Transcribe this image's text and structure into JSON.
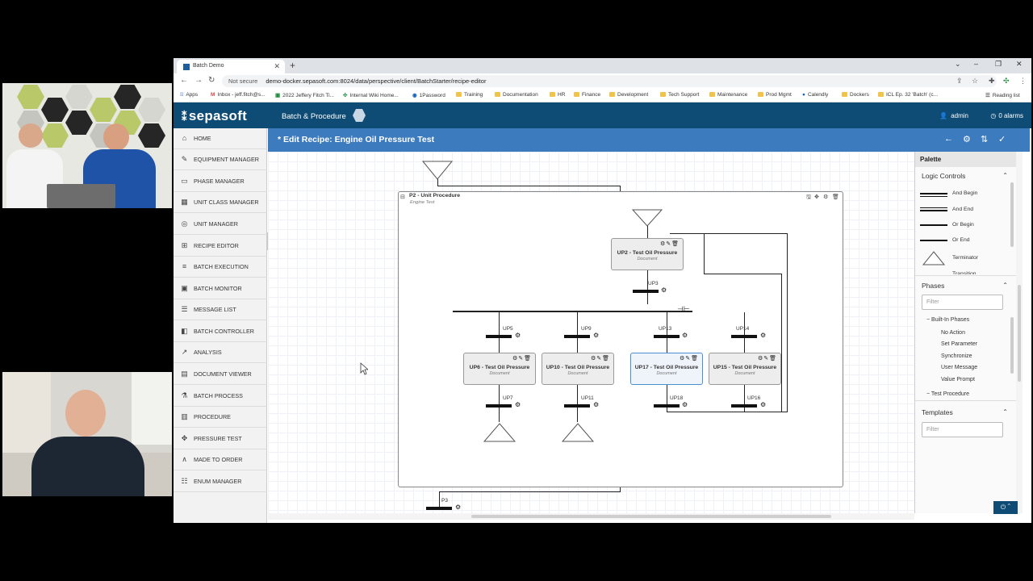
{
  "browser": {
    "tab_title": "Batch Demo",
    "not_secure": "Not secure",
    "url": "demo-docker.sepasoft.com:8024/data/perspective/client/BatchStarter/recipe-editor",
    "bookmarks": [
      "Apps",
      "Inbox - jeff.fitch@s...",
      "2022 Jeffery Fitch Ti...",
      "Internal Wiki Home...",
      "1Password",
      "Training",
      "Documentation",
      "HR",
      "Finance",
      "Development",
      "Tech Support",
      "Maintenance",
      "Prod Mgmt",
      "Calendly",
      "Dockers",
      "ICL Ep. 32 'Batch' (c...",
      "Reading list"
    ]
  },
  "header": {
    "logo": "sepasoft",
    "brand": "Batch & Procedure",
    "user": "admin",
    "alarms": "0 alarms"
  },
  "sidebar": {
    "items": [
      {
        "label": "HOME",
        "icon": "home-icon"
      },
      {
        "label": "EQUIPMENT MANAGER",
        "icon": "wrench-icon"
      },
      {
        "label": "PHASE MANAGER",
        "icon": "rectangle-icon"
      },
      {
        "label": "UNIT CLASS MANAGER",
        "icon": "grid-icon"
      },
      {
        "label": "UNIT MANAGER",
        "icon": "target-icon"
      },
      {
        "label": "RECIPE EDITOR",
        "icon": "hierarchy-icon"
      },
      {
        "label": "BATCH EXECUTION",
        "icon": "list-icon"
      },
      {
        "label": "BATCH MONITOR",
        "icon": "monitor-icon"
      },
      {
        "label": "MESSAGE LIST",
        "icon": "message-icon"
      },
      {
        "label": "BATCH CONTROLLER",
        "icon": "controller-icon"
      },
      {
        "label": "ANALYSIS",
        "icon": "chart-icon"
      },
      {
        "label": "DOCUMENT VIEWER",
        "icon": "document-icon"
      },
      {
        "label": "BATCH PROCESS",
        "icon": "flask-icon"
      },
      {
        "label": "PROCEDURE",
        "icon": "procedure-icon"
      },
      {
        "label": "PRESSURE TEST",
        "icon": "move-icon"
      },
      {
        "label": "MADE TO ORDER",
        "icon": "caret-icon"
      },
      {
        "label": "ENUM MANAGER",
        "icon": "enum-icon"
      }
    ]
  },
  "editor": {
    "title": "* Edit Recipe: Engine Oil Pressure Test",
    "procedure": {
      "title": "P2 - Unit Procedure",
      "subtitle": "Engine Test"
    },
    "steps": [
      {
        "name": "UP2 - Test Oil Pressure",
        "doc": "Document"
      },
      {
        "name": "UP6 - Test Oil Pressure",
        "doc": "Document"
      },
      {
        "name": "UP10 - Test Oil Pressure",
        "doc": "Document"
      },
      {
        "name": "UP17 - Test Oil Pressure",
        "doc": "Document"
      },
      {
        "name": "UP15 - Test Oil Pressure",
        "doc": "Document"
      }
    ],
    "transitions": [
      "UP3",
      "UP5",
      "UP9",
      "UP13",
      "UP14",
      "UP7",
      "UP11",
      "UP18",
      "UP16",
      "P3"
    ]
  },
  "palette": {
    "title": "Palette",
    "logic_controls": {
      "title": "Logic Controls",
      "items": [
        "And Begin",
        "And End",
        "Or Begin",
        "Or End",
        "Terminator",
        "Transition"
      ]
    },
    "phases": {
      "title": "Phases",
      "filter_placeholder": "Filter",
      "group": "Built-In Phases",
      "items": [
        "No Action",
        "Set Parameter",
        "Synchronize",
        "User Message",
        "Value Prompt"
      ],
      "group2": "Test Procedure"
    },
    "templates": {
      "title": "Templates",
      "filter_placeholder": "Filter"
    }
  },
  "colors": {
    "header": "#0f4c75",
    "titlebar": "#3c7bbd",
    "selected_step": "#4a8fd1"
  }
}
